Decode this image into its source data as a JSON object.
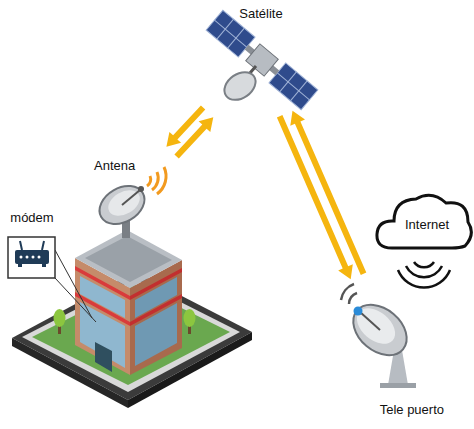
{
  "diagram": {
    "nodes": [
      {
        "text": [
          "Satélite"
        ]
      },
      {
        "text": [
          "Antena"
        ]
      },
      {
        "text": [
          "módem"
        ]
      },
      {
        "text": [
          "Internet"
        ]
      },
      {
        "text": [
          "Tele puerto"
        ]
      }
    ],
    "edges": [
      {
        "from": 1,
        "to": 0,
        "arrow": "both"
      },
      {
        "from": 0,
        "to": 4,
        "arrow": "both"
      }
    ]
  }
}
